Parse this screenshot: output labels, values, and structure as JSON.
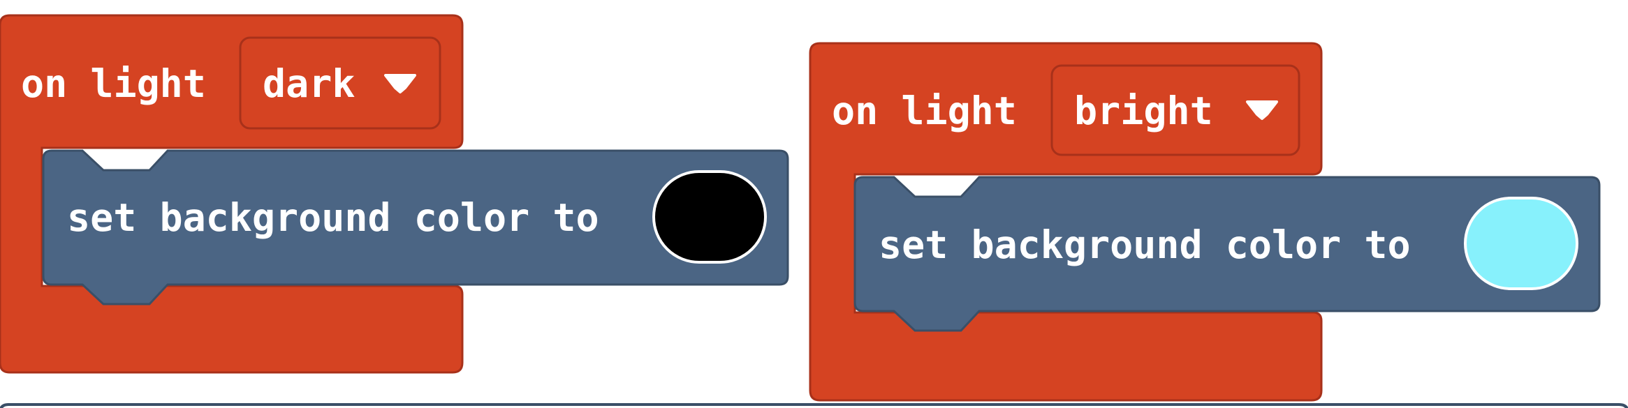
{
  "blocks": [
    {
      "event_label": "on light",
      "dropdown_value": "dark",
      "statement_label": "set background color to",
      "color_value": "#000000"
    },
    {
      "event_label": "on light",
      "dropdown_value": "bright",
      "statement_label": "set background color to",
      "color_value": "#87F1FC"
    }
  ],
  "colors": {
    "event_block": "#D54322",
    "event_block_border": "#A8311A",
    "statement_block": "#4B6584",
    "statement_block_border": "#3A4F67",
    "dropdown_arrow": "#ffffff"
  }
}
